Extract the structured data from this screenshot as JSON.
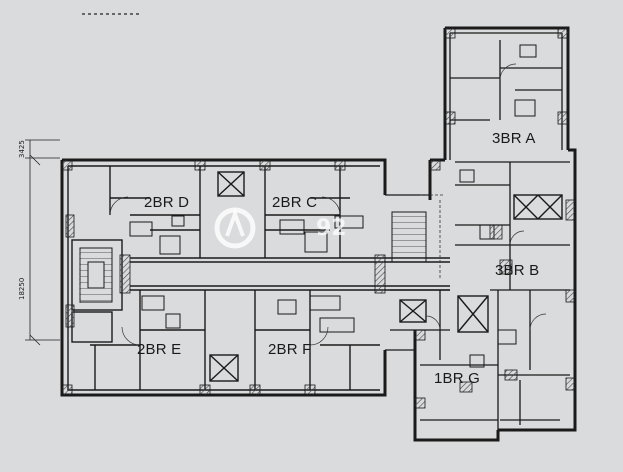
{
  "plan": {
    "units": {
      "unit_2br_d": "2BR D",
      "unit_2br_c": "2BR C",
      "unit_3br_a": "3BR A",
      "unit_3br_b": "3BR B",
      "unit_2br_e": "2BR E",
      "unit_2br_f": "2BR F",
      "unit_1br_g": "1BR G"
    },
    "dimensions": {
      "dim_top": "3425",
      "dim_total": "18250"
    },
    "watermark": "92"
  },
  "colors": {
    "paper": "#d9dbdc",
    "ink": "#1a1a1a",
    "hatch": "#555555"
  }
}
